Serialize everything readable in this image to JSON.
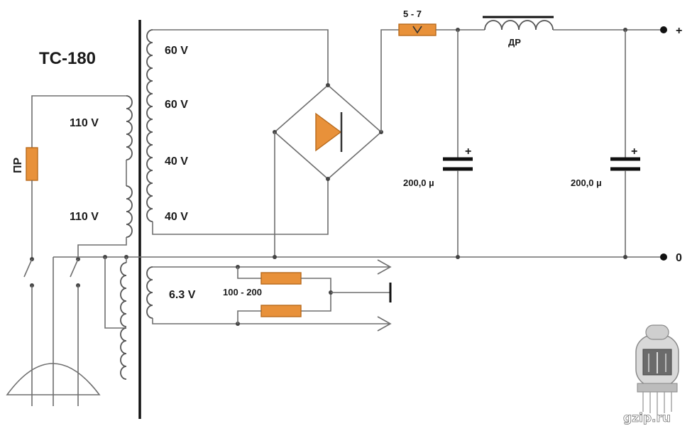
{
  "transformer": {
    "name": "ТС-180"
  },
  "primary": {
    "upper": "110 V",
    "lower": "110 V"
  },
  "secondary": {
    "w1": "60 V",
    "w2": "60 V",
    "w3": "40 V",
    "w4": "40 V"
  },
  "filament": {
    "voltage": "6.3 V",
    "resistors": "100 - 200"
  },
  "fuse_label": "ПР",
  "series_resistor": "5 - 7",
  "choke": "ДР",
  "capacitors": {
    "c1": "200,0 µ",
    "c2": "200,0 µ",
    "polarity": "+"
  },
  "terminals": {
    "plus": "+",
    "zero": "0"
  },
  "watermark": "gzip.ru"
}
